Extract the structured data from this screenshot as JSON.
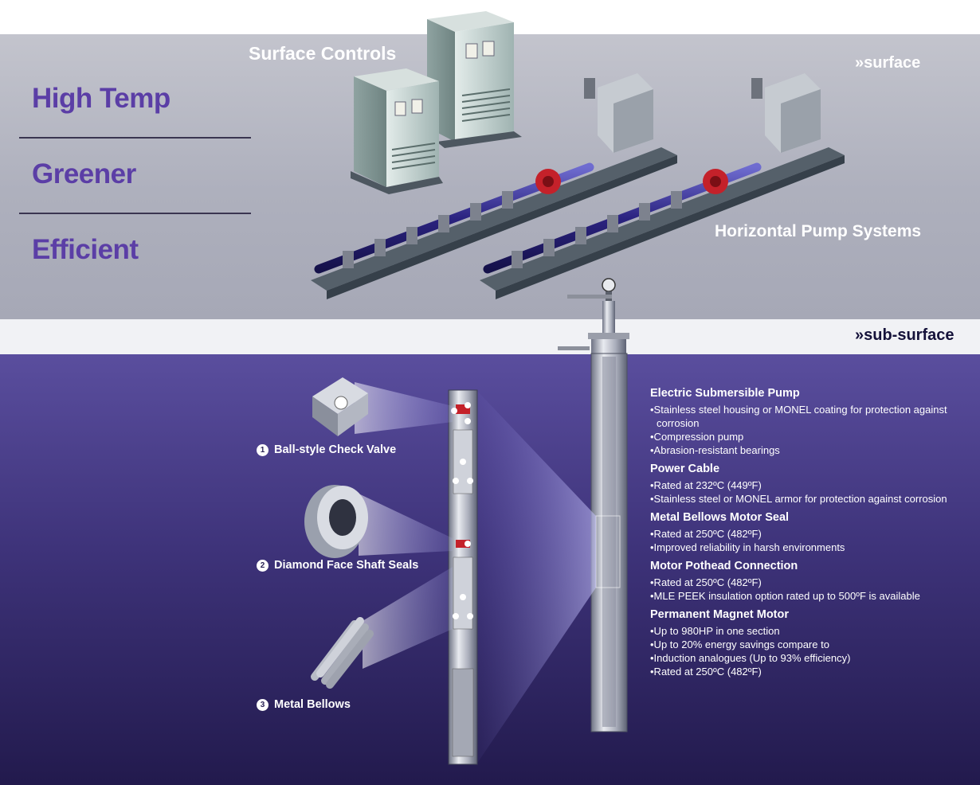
{
  "features": [
    "High Temp",
    "Greener",
    "Efficient"
  ],
  "surface": {
    "controls_label": "Surface Controls",
    "tag": "»surface",
    "pumps_label": "Horizontal Pump Systems"
  },
  "subsurface": {
    "tag": "»sub-surface"
  },
  "callouts": [
    {
      "number": "1",
      "label": "Ball-style Check Valve"
    },
    {
      "number": "2",
      "label": "Diamond Face Shaft Seals"
    },
    {
      "number": "3",
      "label": "Metal Bellows"
    }
  ],
  "specs": [
    {
      "title": "Electric Submersible Pump",
      "items": [
        "•Stainless steel housing or MONEL coating for protection against corrosion",
        "•Compression pump",
        "•Abrasion-resistant bearings"
      ]
    },
    {
      "title": "Power Cable",
      "items": [
        "•Rated at 232ºC (449ºF)",
        "•Stainless steel or MONEL armor for protection against corrosion"
      ]
    },
    {
      "title": "Metal Bellows Motor Seal",
      "items": [
        "•Rated at 250ºC (482ºF)",
        "•Improved reliability in harsh environments"
      ]
    },
    {
      "title": "Motor Pothead Connection",
      "items": [
        "•Rated at 250ºC (482ºF)",
        "•MLE PEEK insulation option rated up to 500ºF is available"
      ]
    },
    {
      "title": "Permanent Magnet Motor",
      "items": [
        "•Up to 980HP in one section",
        "•Up to 20% energy savings compare to",
        "•Induction analogues (Up to 93% efficiency)",
        "•Rated at 250ºC (482ºF)"
      ]
    }
  ],
  "colors": {
    "accent": "#5b3ea6",
    "navy": "#2b2456",
    "pump_red": "#c4212a"
  }
}
